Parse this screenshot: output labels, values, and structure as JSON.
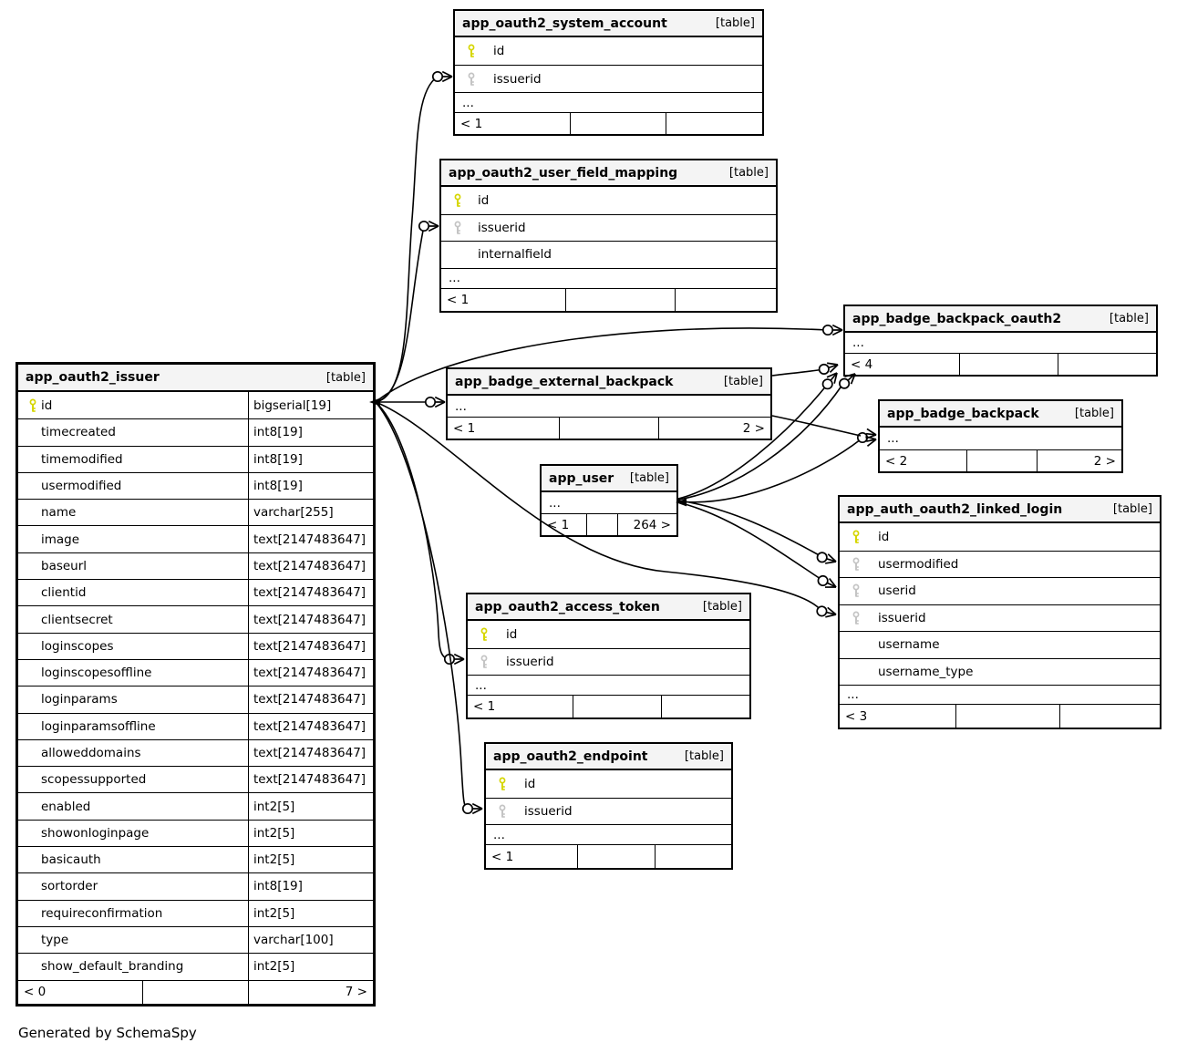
{
  "diagram": {
    "generated_by": "Generated by SchemaSpy",
    "ellipsis_label": "...",
    "colors": {
      "header_bg": "#f4f4f4",
      "border": "#000000",
      "line": "#000000",
      "pk_key": "#d6d600",
      "fk_key": "#c4c4c4"
    },
    "tables": [
      {
        "id": "issuer",
        "name": "app_oauth2_issuer",
        "tag": "[table]",
        "has_more": false,
        "columns": [
          {
            "name": "id",
            "type": "bigserial[19]",
            "key": "pk"
          },
          {
            "name": "timecreated",
            "type": "int8[19]"
          },
          {
            "name": "timemodified",
            "type": "int8[19]"
          },
          {
            "name": "usermodified",
            "type": "int8[19]"
          },
          {
            "name": "name",
            "type": "varchar[255]"
          },
          {
            "name": "image",
            "type": "text[2147483647]"
          },
          {
            "name": "baseurl",
            "type": "text[2147483647]"
          },
          {
            "name": "clientid",
            "type": "text[2147483647]"
          },
          {
            "name": "clientsecret",
            "type": "text[2147483647]"
          },
          {
            "name": "loginscopes",
            "type": "text[2147483647]"
          },
          {
            "name": "loginscopesoffline",
            "type": "text[2147483647]"
          },
          {
            "name": "loginparams",
            "type": "text[2147483647]"
          },
          {
            "name": "loginparamsoffline",
            "type": "text[2147483647]"
          },
          {
            "name": "alloweddomains",
            "type": "text[2147483647]"
          },
          {
            "name": "scopessupported",
            "type": "text[2147483647]"
          },
          {
            "name": "enabled",
            "type": "int2[5]"
          },
          {
            "name": "showonloginpage",
            "type": "int2[5]"
          },
          {
            "name": "basicauth",
            "type": "int2[5]"
          },
          {
            "name": "sortorder",
            "type": "int8[19]"
          },
          {
            "name": "requireconfirmation",
            "type": "int2[5]"
          },
          {
            "name": "type",
            "type": "varchar[100]"
          },
          {
            "name": "show_default_branding",
            "type": "int2[5]"
          }
        ],
        "footer": {
          "left": "< 0",
          "mid": "",
          "right": "7 >"
        }
      },
      {
        "id": "system_account",
        "name": "app_oauth2_system_account",
        "tag": "[table]",
        "has_more": true,
        "columns": [
          {
            "name": "id",
            "key": "pk"
          },
          {
            "name": "issuerid",
            "key": "fk"
          }
        ],
        "footer": {
          "left": "< 1",
          "mid": "",
          "right": ""
        }
      },
      {
        "id": "user_field_mapping",
        "name": "app_oauth2_user_field_mapping",
        "tag": "[table]",
        "has_more": true,
        "columns": [
          {
            "name": "id",
            "key": "pk"
          },
          {
            "name": "issuerid",
            "key": "fk"
          },
          {
            "name": "internalfield"
          }
        ],
        "footer": {
          "left": "< 1",
          "mid": "",
          "right": ""
        }
      },
      {
        "id": "badge_backpack_oauth2",
        "name": "app_badge_backpack_oauth2",
        "tag": "[table]",
        "has_more": true,
        "columns": [],
        "footer": {
          "left": "< 4",
          "mid": "",
          "right": ""
        }
      },
      {
        "id": "external_backpack",
        "name": "app_badge_external_backpack",
        "tag": "[table]",
        "has_more": true,
        "columns": [],
        "footer": {
          "left": "< 1",
          "mid": "",
          "right": "2 >"
        }
      },
      {
        "id": "badge_backpack",
        "name": "app_badge_backpack",
        "tag": "[table]",
        "has_more": true,
        "columns": [],
        "footer": {
          "left": "< 2",
          "mid": "",
          "right": "2 >"
        }
      },
      {
        "id": "user",
        "name": "app_user",
        "tag": "[table]",
        "has_more": true,
        "columns": [],
        "footer": {
          "left": "< 1",
          "mid": "",
          "right": "264 >"
        }
      },
      {
        "id": "linked_login",
        "name": "app_auth_oauth2_linked_login",
        "tag": "[table]",
        "has_more": true,
        "columns": [
          {
            "name": "id",
            "key": "pk"
          },
          {
            "name": "usermodified",
            "key": "fk"
          },
          {
            "name": "userid",
            "key": "fk"
          },
          {
            "name": "issuerid",
            "key": "fk"
          },
          {
            "name": "username"
          },
          {
            "name": "username_type"
          }
        ],
        "footer": {
          "left": "< 3",
          "mid": "",
          "right": ""
        }
      },
      {
        "id": "access_token",
        "name": "app_oauth2_access_token",
        "tag": "[table]",
        "has_more": true,
        "columns": [
          {
            "name": "id",
            "key": "pk"
          },
          {
            "name": "issuerid",
            "key": "fk"
          }
        ],
        "footer": {
          "left": "< 1",
          "mid": "",
          "right": ""
        }
      },
      {
        "id": "endpoint",
        "name": "app_oauth2_endpoint",
        "tag": "[table]",
        "has_more": true,
        "columns": [
          {
            "name": "id",
            "key": "pk"
          },
          {
            "name": "issuerid",
            "key": "fk"
          }
        ],
        "footer": {
          "left": "< 1",
          "mid": "",
          "right": ""
        }
      }
    ],
    "relationships": [
      {
        "from": "app_oauth2_issuer",
        "to": "app_oauth2_system_account",
        "to_column": "issuerid"
      },
      {
        "from": "app_oauth2_issuer",
        "to": "app_oauth2_user_field_mapping",
        "to_column": "issuerid"
      },
      {
        "from": "app_oauth2_issuer",
        "to": "app_badge_external_backpack",
        "to_column": ""
      },
      {
        "from": "app_oauth2_issuer",
        "to": "app_badge_backpack_oauth2",
        "to_column": ""
      },
      {
        "from": "app_oauth2_issuer",
        "to": "app_auth_oauth2_linked_login",
        "to_column": "issuerid"
      },
      {
        "from": "app_oauth2_issuer",
        "to": "app_oauth2_access_token",
        "to_column": "issuerid"
      },
      {
        "from": "app_oauth2_issuer",
        "to": "app_oauth2_endpoint",
        "to_column": "issuerid"
      },
      {
        "from": "app_user",
        "to": "app_auth_oauth2_linked_login",
        "to_column": "usermodified"
      },
      {
        "from": "app_user",
        "to": "app_auth_oauth2_linked_login",
        "to_column": "userid"
      },
      {
        "from": "app_user",
        "to": "app_badge_backpack_oauth2",
        "to_column": ""
      },
      {
        "from": "app_user",
        "to": "app_badge_backpack_oauth2",
        "to_column": ""
      },
      {
        "from": "app_user",
        "to": "app_badge_backpack",
        "to_column": ""
      },
      {
        "from": "app_badge_external_backpack",
        "to": "app_badge_backpack_oauth2",
        "to_column": ""
      },
      {
        "from": "app_badge_external_backpack",
        "to": "app_badge_backpack",
        "to_column": ""
      }
    ]
  }
}
